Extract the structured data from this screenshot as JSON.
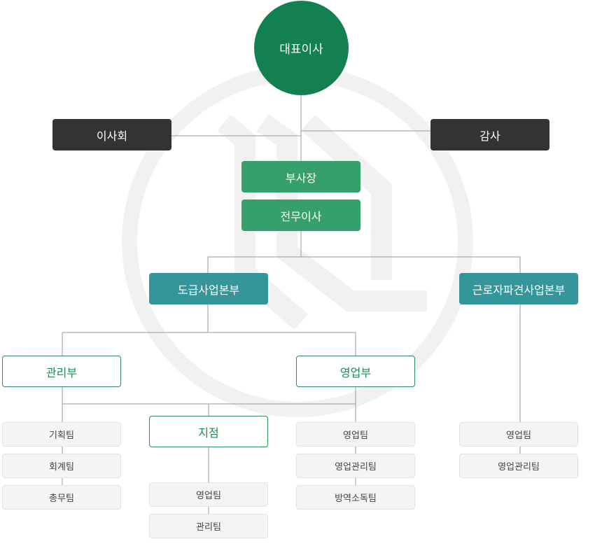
{
  "ceo": "대표이사",
  "board": "이사회",
  "audit": "감사",
  "vice_president": "부사장",
  "managing_director": "전무이사",
  "division_contract": {
    "title": "도급사업본부",
    "management": {
      "title": "관리부",
      "teams": [
        "기획팀",
        "회계팀",
        "총무팀"
      ]
    },
    "branch": {
      "title": "지점",
      "teams": [
        "영업팀",
        "관리팀"
      ]
    },
    "sales": {
      "title": "영업부",
      "teams": [
        "영업팀",
        "영업관리팀",
        "방역소독팀"
      ]
    }
  },
  "division_dispatch": {
    "title": "근로자파견사업본부",
    "teams": [
      "영업팀",
      "영업관리팀"
    ]
  },
  "colors": {
    "ceo": "#12804f",
    "dark": "#333333",
    "green": "#36a06a",
    "teal": "#34959a",
    "outline_text": "#1a8a55",
    "team_bg": "#f4f4f4",
    "line": "#999999",
    "watermark": "#f1f1f1"
  }
}
